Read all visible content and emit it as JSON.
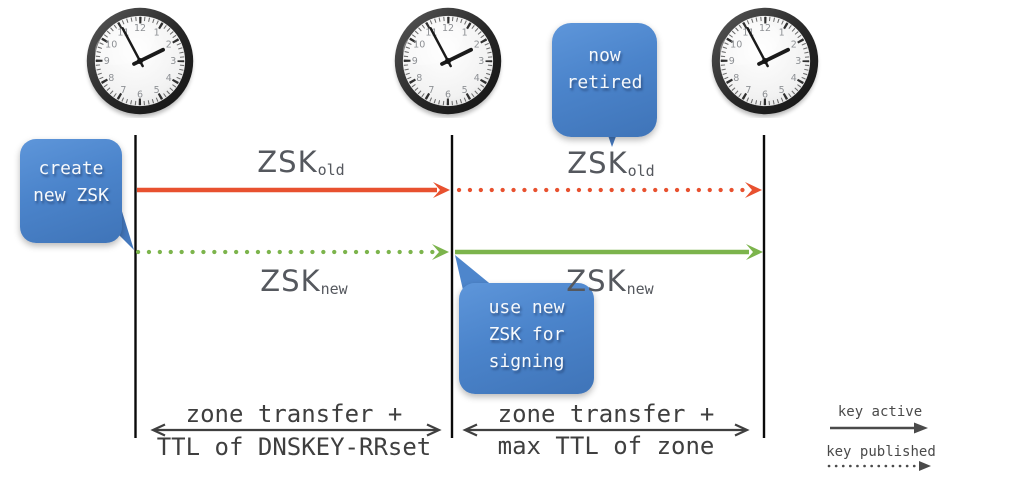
{
  "colors": {
    "zsk_old": "#e8512f",
    "zsk_new": "#7cb44c",
    "bubble_blue": "#4a84c9",
    "ink": "#55585e",
    "measure": "#3f3f3f",
    "legend": "#4a4a4a",
    "timeline": "#0a0a0a"
  },
  "clock": {
    "numerals": [
      "12",
      "1",
      "2",
      "3",
      "4",
      "5",
      "6",
      "7",
      "8",
      "9",
      "10",
      "11"
    ]
  },
  "bubbles": {
    "create": {
      "line1": "create",
      "line2": "new ZSK"
    },
    "retired": {
      "line1": "now",
      "line2": "retired"
    },
    "use_new": {
      "line1": "use new",
      "line2": "ZSK for",
      "line3": "signing"
    }
  },
  "labels": {
    "old": {
      "base": "ZSK",
      "sub": "old"
    },
    "new": {
      "base": "ZSK",
      "sub": "new"
    }
  },
  "measures": {
    "left": {
      "line1": "zone transfer +",
      "line2": "TTL of DNSKEY-RRset"
    },
    "right": {
      "line1": "zone transfer +",
      "line2": "max TTL of zone"
    }
  },
  "legend": {
    "active": "key active",
    "published": "key published"
  }
}
